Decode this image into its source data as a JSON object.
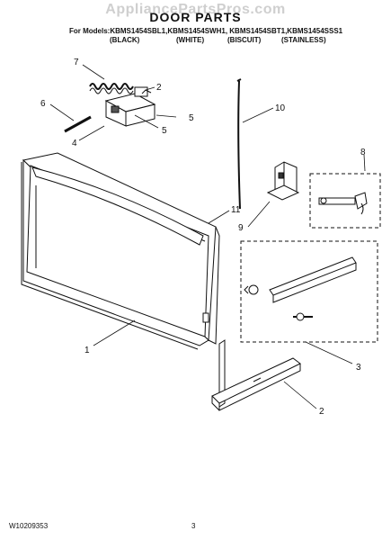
{
  "watermark": "AppliancePartsPros.com",
  "title": "DOOR PARTS",
  "models_line": "For Models:KBMS1454SBL1,KBMS1454SWH1, KBMS1454SBT1,KBMS1454SSS1",
  "variants": [
    "(BLACK)",
    "(WHITE)",
    "(BISCUIT)",
    "(STAINLESS)"
  ],
  "callouts": [
    "7",
    "2",
    "6",
    "5",
    "4",
    "5",
    "10",
    "8",
    "11",
    "9",
    "1",
    "3",
    "2"
  ],
  "document_number": "W10209353",
  "page_number": "3"
}
